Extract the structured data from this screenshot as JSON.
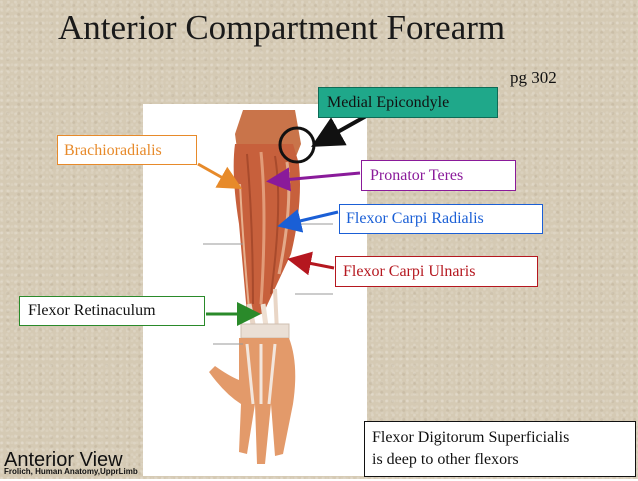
{
  "slide": {
    "title": "Anterior Compartment Forearm",
    "page_ref": "pg 302",
    "view_label": "Anterior View",
    "credit": "Frolich, Human Anatomy,UpprLimb",
    "note_lines": [
      "Flexor Digitorum Superficialis",
      "is deep to other flexors"
    ]
  },
  "labels": {
    "medial_epicondyle": "Medial Epicondyle",
    "brachioradialis": "Brachioradialis",
    "pronator_teres": "Pronator Teres",
    "flexor_carpi_radialis": "Flexor Carpi Radialis",
    "flexor_carpi_ulnaris": "Flexor Carpi Ulnaris",
    "flexor_retinaculum": "Flexor Retinaculum"
  },
  "colors": {
    "medial_epicondyle": "#1fa88a",
    "brachioradialis": "#e78a2a",
    "pronator_teres": "#8a1a9a",
    "flexor_carpi_radialis": "#1a5fd6",
    "flexor_carpi_ulnaris": "#b5171f",
    "flexor_retinaculum": "#2a8a2a"
  }
}
